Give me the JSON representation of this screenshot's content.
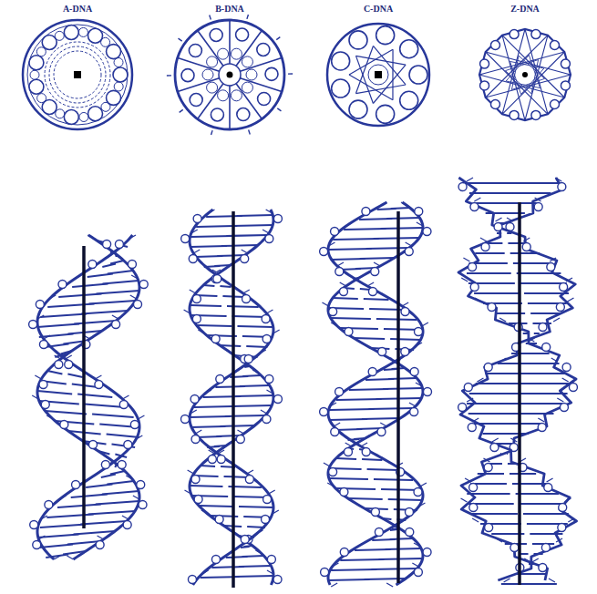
{
  "diagram": {
    "labels": [
      "A-DNA",
      "B-DNA",
      "C-DNA",
      "Z-DNA"
    ]
  }
}
